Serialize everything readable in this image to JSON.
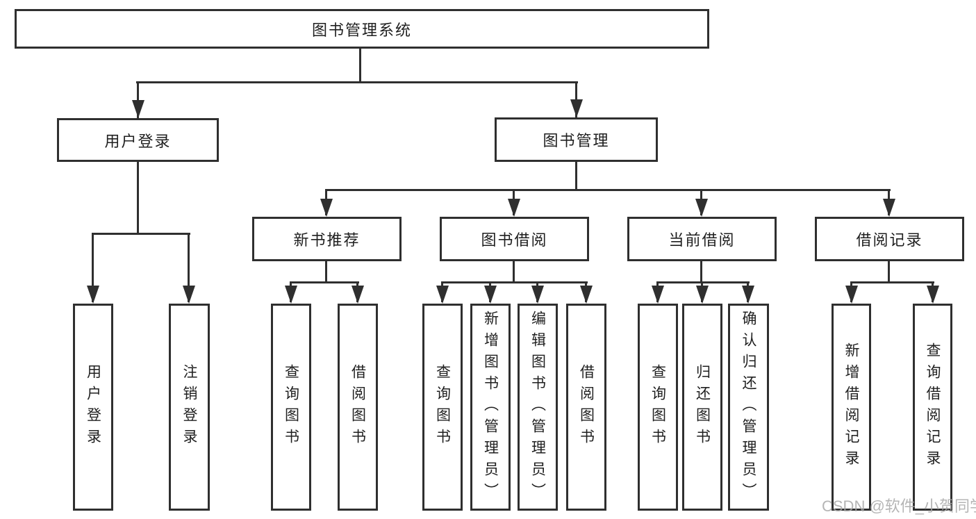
{
  "diagram": {
    "root": {
      "label": "图书管理系统"
    },
    "level1": [
      {
        "label": "用户登录"
      },
      {
        "label": "图书管理"
      }
    ],
    "level2": [
      {
        "label": "新书推荐",
        "parent": "图书管理"
      },
      {
        "label": "图书借阅",
        "parent": "图书管理"
      },
      {
        "label": "当前借阅",
        "parent": "图书管理"
      },
      {
        "label": "借阅记录",
        "parent": "图书管理"
      }
    ],
    "leaves": [
      {
        "label": "用户登录",
        "parent": "用户登录"
      },
      {
        "label": "注销登录",
        "parent": "用户登录"
      },
      {
        "label": "查询图书",
        "parent": "新书推荐"
      },
      {
        "label": "借阅图书",
        "parent": "新书推荐"
      },
      {
        "label": "查询图书",
        "parent": "图书借阅"
      },
      {
        "label": "新增图书（管理员）",
        "parent": "图书借阅"
      },
      {
        "label": "编辑图书（管理员）",
        "parent": "图书借阅"
      },
      {
        "label": "借阅图书",
        "parent": "图书借阅"
      },
      {
        "label": "查询图书",
        "parent": "当前借阅"
      },
      {
        "label": "归还图书",
        "parent": "当前借阅"
      },
      {
        "label": "确认归还（管理员）",
        "parent": "当前借阅"
      },
      {
        "label": "新增借阅记录",
        "parent": "借阅记录"
      },
      {
        "label": "查询借阅记录",
        "parent": "借阅记录"
      }
    ],
    "watermark": "CSDN @软件_小贺同学",
    "colors": {
      "line": "#2f2f2f",
      "text": "#1f1f1f",
      "box_background": "#ffffff",
      "watermark": "#a8a8a8"
    }
  }
}
